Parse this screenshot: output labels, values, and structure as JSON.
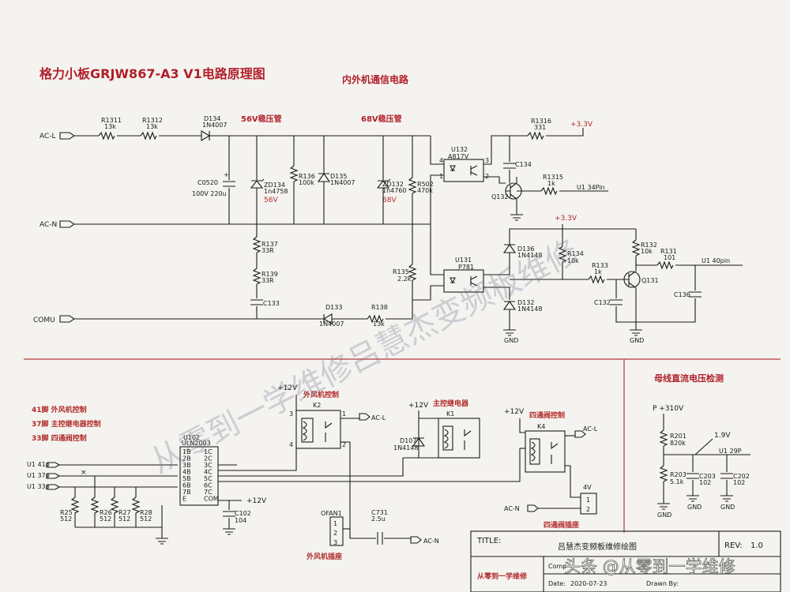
{
  "title": "格力小板GRJW867-A3 V1电路原理图",
  "section_comm": "内外机通信电路",
  "section_56v": "56V稳压管",
  "section_68v": "68V稳压管",
  "section_bus": "母线直流电压检测",
  "ports": {
    "acl": "AC-L",
    "acn": "AC-N",
    "comu": "COMU",
    "u1_34": "U1 34Pin",
    "u1_40": "U1 40pin",
    "u1_41": "U1 41p",
    "u1_37": "U1 37p",
    "u1_33": "U1 33p",
    "u1_29": "U1 29P"
  },
  "supplies": {
    "v33a": "+3.3V",
    "v33b": "+3.3V",
    "v12a": "+12V",
    "v12b": "+12V",
    "v12c": "+12V",
    "v12d": "+12V",
    "p310": "P +310V",
    "v19": "1.9V",
    "v4": "4V",
    "gnd": "GND"
  },
  "components": {
    "r1311": "R1311",
    "r1311v": "13k",
    "r1312": "R1312",
    "r1312v": "13k",
    "d134": "D134",
    "d134v": "1N4007",
    "c0520": "C0520",
    "c0520v": "100V 220u",
    "zd134": "ZD134",
    "zd134v": "1n4758",
    "zd134z": "56V",
    "r136": "R136",
    "r136v": "100k",
    "d135": "D135",
    "d135v": "1N4007",
    "r137": "R137",
    "r137v": "33R",
    "r139": "R139",
    "r139v": "33R",
    "c133": "C133",
    "d133": "D133",
    "d133v": "1N4007",
    "r138": "R138",
    "r138v": "13k",
    "zd132": "ZD132",
    "zd132v": "1n4760",
    "zd132z": "68V",
    "r502": "R502",
    "r502v": "470k",
    "r135": "R135",
    "r135v": "2.2k",
    "u132": "U132",
    "u132v": "A817V",
    "c134": "C134",
    "r1316": "R1316",
    "r1316v": "331",
    "r1315": "R1315",
    "r1315v": "1k",
    "q132": "Q132",
    "u131": "U131",
    "u131v": "P781",
    "d136": "D136",
    "d136v": "1N4148",
    "d132": "D132",
    "d132v": "1N4148",
    "r134": "R134",
    "r134v": "10k",
    "r133": "R133",
    "r133v": "1k",
    "c132": "C132",
    "r132": "R132",
    "r132v": "10k",
    "r131": "R131",
    "r131v": "101",
    "q131": "Q131",
    "c136": "C136",
    "u102": "U102",
    "u102v": "ULN2003",
    "r25": "R25",
    "r25v": "512",
    "r26": "R26",
    "r26v": "512",
    "r27": "R27",
    "r27v": "512",
    "r28": "R28",
    "r28v": "512",
    "c102": "C102",
    "c102v": "104",
    "k2": "K2",
    "k1": "K1",
    "k4": "K4",
    "d107": "D107",
    "d107v": "1N4148",
    "ofan1": "OFAN1",
    "c731": "C731",
    "c731v": "2.5u",
    "r201": "R201",
    "r201v": "820k",
    "r203": "R203",
    "r203v": "5.1k",
    "c203": "C203",
    "c203v": "102",
    "c202": "C202",
    "c202v": "102"
  },
  "labels": {
    "fan_ctrl": "外风机控制",
    "main_relay": "主控继电器",
    "valve_ctrl": "四通阀控制",
    "fan_socket": "外风机插座",
    "valve_socket": "四通阀插座",
    "pin41": "41脚 外风机控制",
    "pin37": "37脚 主控继电器控制",
    "pin33": "33脚 四通阀控制"
  },
  "uln_pins": {
    "l": [
      "1B",
      "2B",
      "3B",
      "4B",
      "5B",
      "6B",
      "7B",
      "E"
    ],
    "r": [
      "1C",
      "2C",
      "3C",
      "4C",
      "5C",
      "6C",
      "7C",
      "COM"
    ]
  },
  "titleblock": {
    "title_key": "TITLE:",
    "title_val": "吕慧杰变频板维修绘图",
    "rev_key": "REV:",
    "rev_val": "1.0",
    "author": "从零到一学维修",
    "com_key": "Comp",
    "date_key": "Date:",
    "date_val": "2020-07-23",
    "drawn_key": "Drawn By:"
  },
  "watermark": "从零到一学维修吕慧杰变频板维修",
  "overlay_caption": "头条 @从零到一学维修"
}
